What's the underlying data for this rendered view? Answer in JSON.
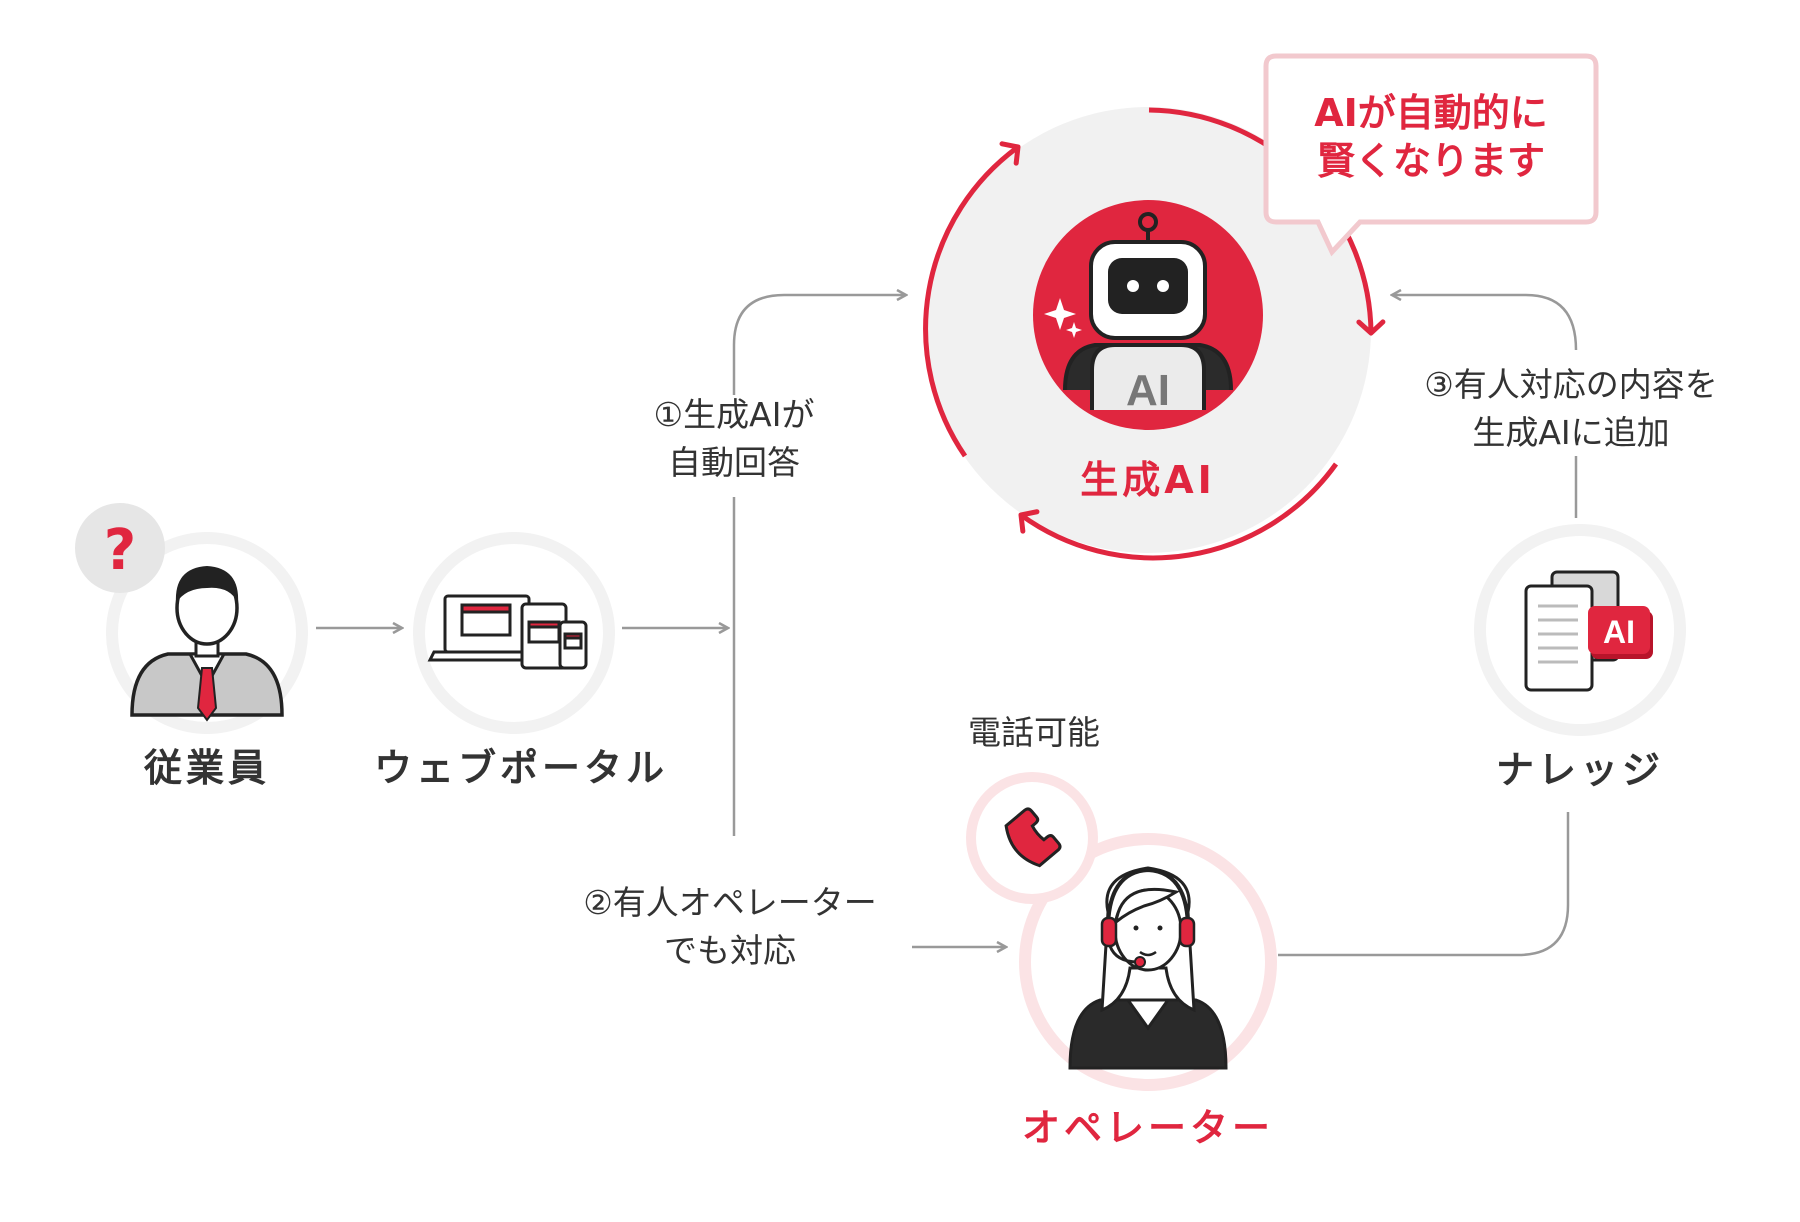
{
  "nodes": {
    "employee": {
      "label": "従業員",
      "badge": "?"
    },
    "portal": {
      "label": "ウェブポータル"
    },
    "ai": {
      "label": "生成AI",
      "chest": "AI"
    },
    "knowledge": {
      "label": "ナレッジ",
      "doc_badge": "AI"
    },
    "operator": {
      "label": "オペレーター",
      "phone_caption": "電話可能"
    }
  },
  "steps": {
    "step1": {
      "line1": "①生成AIが",
      "line2": "自動回答"
    },
    "step2": {
      "line1": "②有人オペレーター",
      "line2": "でも対応"
    },
    "step3": {
      "line1": "③有人対応の内容を",
      "line2": "生成AIに追加"
    }
  },
  "bubble": {
    "line1": "AIが自動的に",
    "line2": "賢くなります"
  },
  "colors": {
    "accent": "#e0263f",
    "line": "#999999",
    "node_fill": "#f3f3f3",
    "text": "#333333"
  },
  "icons": [
    "question-icon",
    "employee-icon",
    "devices-icon",
    "robot-icon",
    "sparkle-icon",
    "document-ai-icon",
    "phone-icon",
    "operator-icon"
  ]
}
